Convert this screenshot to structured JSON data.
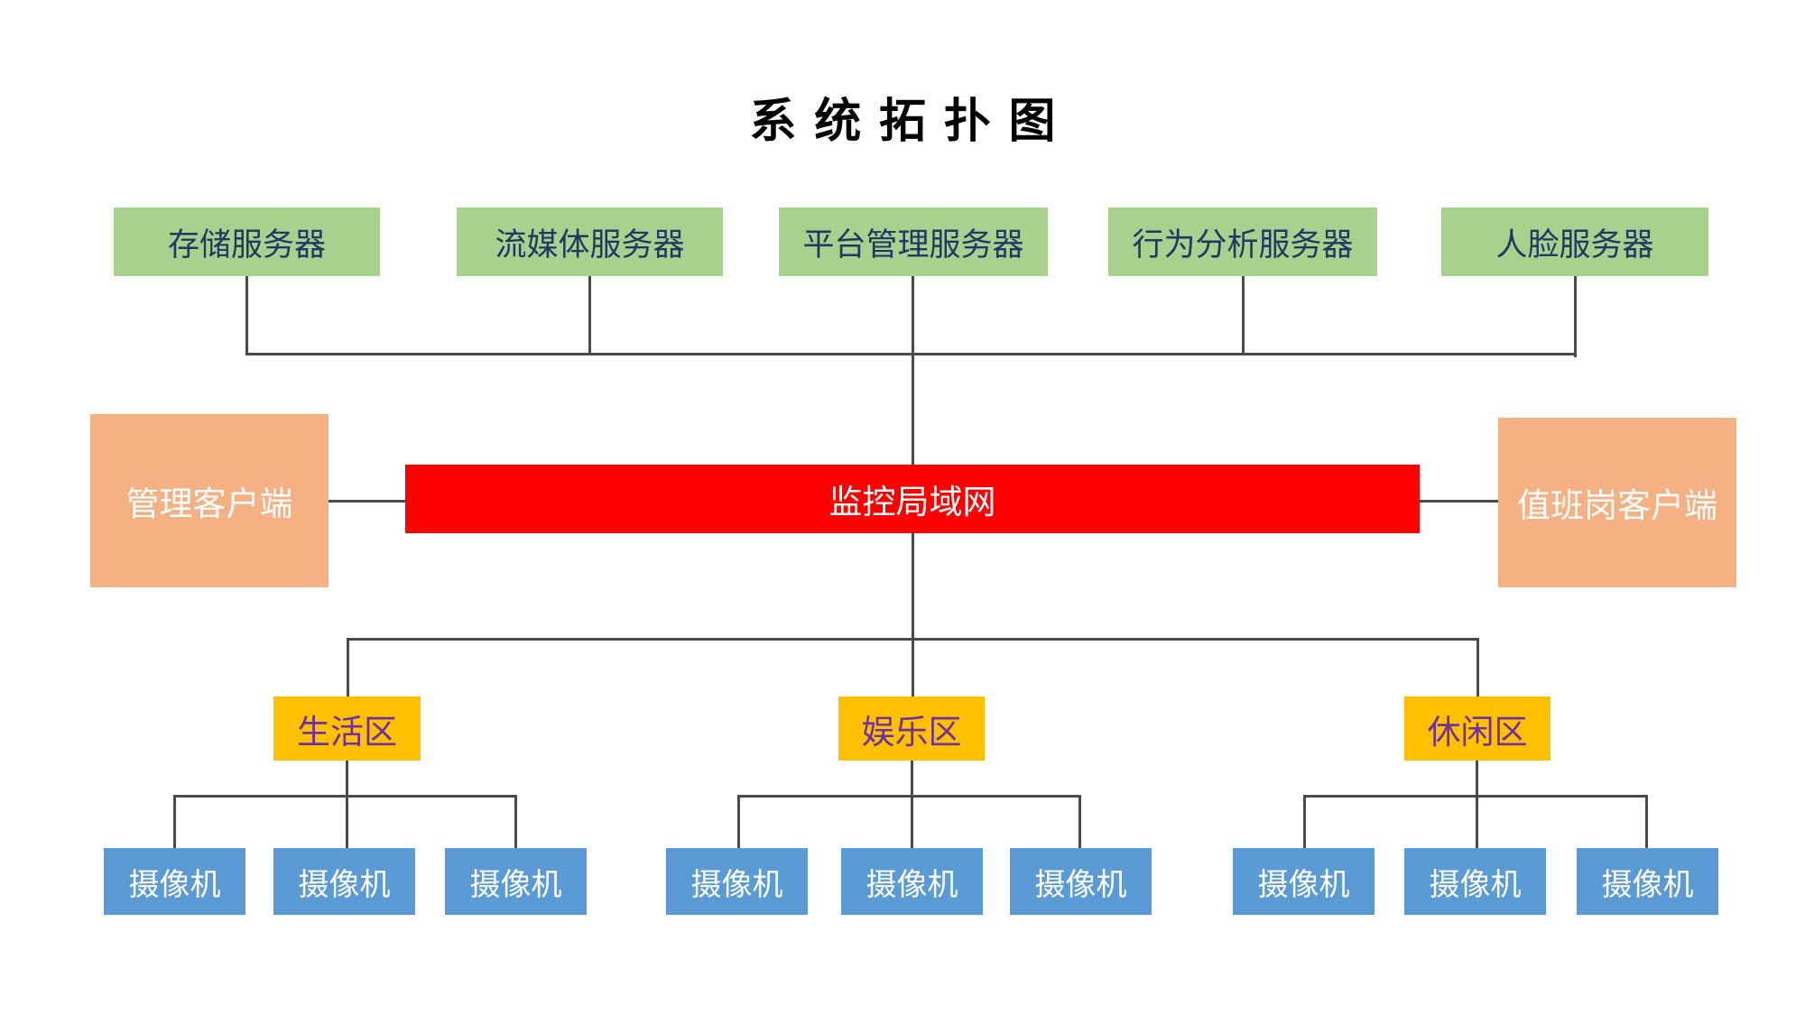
{
  "title": "系统拓扑图",
  "servers": [
    "存储服务器",
    "流媒体服务器",
    "平台管理服务器",
    "行为分析服务器",
    "人脸服务器"
  ],
  "network": {
    "label": "监控局域网"
  },
  "clients": {
    "left": "管理客户端",
    "right": "值班岗客户端"
  },
  "zones": [
    {
      "label": "生活区",
      "cameras": [
        "摄像机",
        "摄像机",
        "摄像机"
      ]
    },
    {
      "label": "娱乐区",
      "cameras": [
        "摄像机",
        "摄像机",
        "摄像机"
      ]
    },
    {
      "label": "休闲区",
      "cameras": [
        "摄像机",
        "摄像机",
        "摄像机"
      ]
    }
  ],
  "colors": {
    "server_fill": "#A9D18E",
    "server_text": "#1F3864",
    "client_fill": "#F4B183",
    "client_text": "#FFFFFF",
    "network_fill": "#FF0000",
    "network_text": "#FFFFFF",
    "zone_fill": "#FFC000",
    "zone_text": "#7030A0",
    "camera_fill": "#5B9BD5",
    "camera_text": "#FFFFFF",
    "line": "#4a4a4a"
  }
}
